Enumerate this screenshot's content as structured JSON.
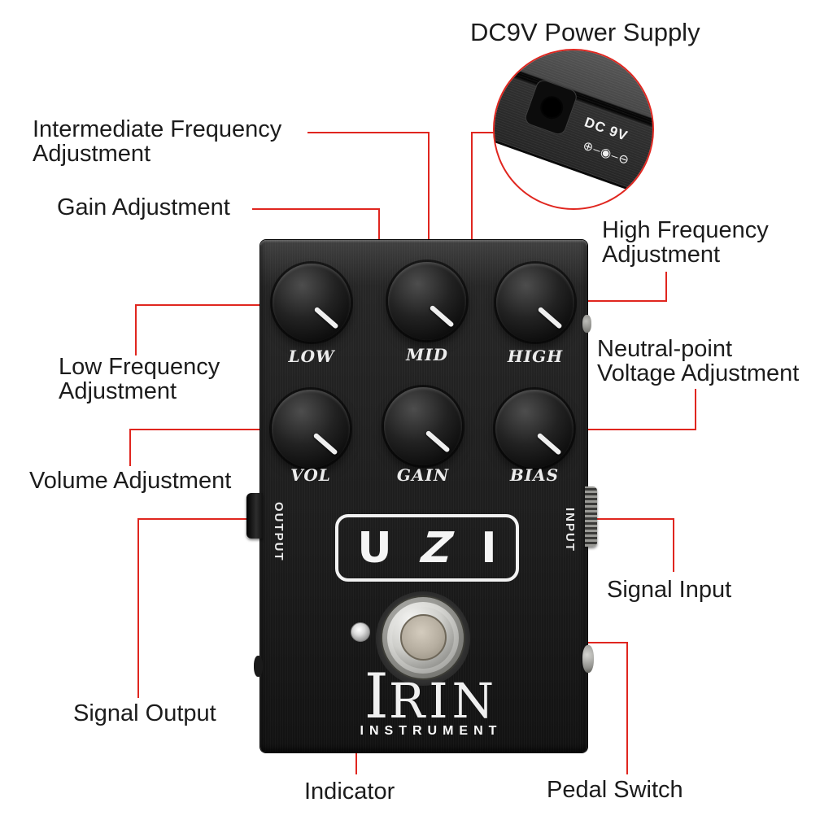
{
  "colors": {
    "annotation_red": "#e0261f",
    "label_text": "#1c1c1c",
    "pedal_body": "#1d1d1d",
    "knob_black": "#0d0d0d",
    "panel_text_white": "#f2f2f2",
    "footswitch_silver": "#b5ad9f",
    "background": "#ffffff"
  },
  "annotations": {
    "dc_power": "DC9V Power Supply",
    "intermediate_frequency": {
      "line1": "Intermediate Frequency",
      "line2": "Adjustment"
    },
    "gain": "Gain Adjustment",
    "low_frequency": {
      "line1": "Low Frequency",
      "line2": "Adjustment"
    },
    "volume": "Volume Adjustment",
    "signal_output": "Signal Output",
    "indicator": "Indicator",
    "pedal_switch": "Pedal Switch",
    "signal_input": "Signal Input",
    "neutral_point": {
      "line1": "Neutral-point",
      "line2": "Voltage Adjustment"
    },
    "high_frequency": {
      "line1": "High Frequency",
      "line2": "Adjustment"
    }
  },
  "inset": {
    "dc_label": "DC 9V",
    "polarity_marking": "⊕–◉–⊖"
  },
  "pedal": {
    "model": "UZI",
    "model_letters": [
      "U",
      "Z",
      "I"
    ],
    "brand": "IRIN",
    "brand_initial": "I",
    "brand_rest": "RIN",
    "brand_sub": "INSTRUMENT",
    "side_left": "OUTPUT",
    "side_right": "INPUT",
    "knobs": [
      {
        "label": "LOW"
      },
      {
        "label": "MID"
      },
      {
        "label": "HIGH"
      },
      {
        "label": "VOL"
      },
      {
        "label": "GAIN"
      },
      {
        "label": "BIAS"
      }
    ]
  }
}
